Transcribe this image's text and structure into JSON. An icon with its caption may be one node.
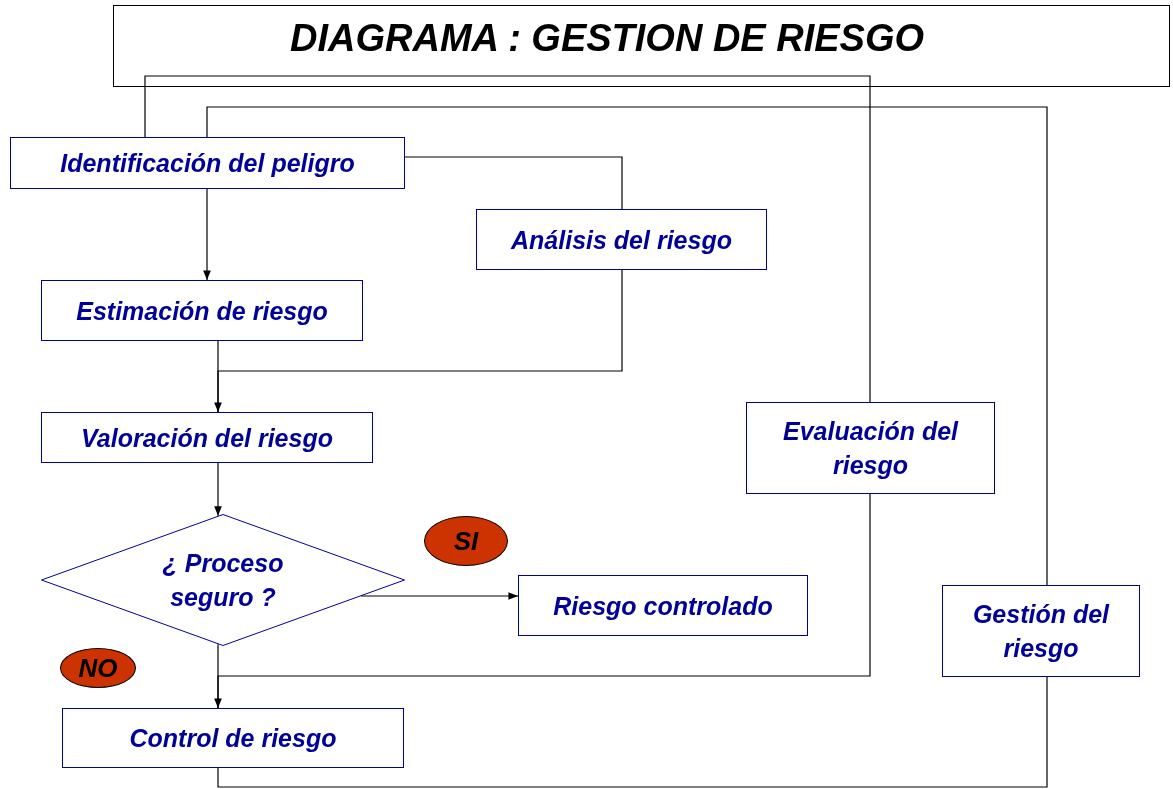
{
  "diagram": {
    "title": "DIAGRAMA : GESTION DE RIESGO",
    "nodes": [
      {
        "text": [
          "Identificación del peligro"
        ]
      },
      {
        "text": [
          "Análisis del riesgo"
        ]
      },
      {
        "text": [
          "Estimación de riesgo"
        ]
      },
      {
        "text": [
          "Valoración del riesgo"
        ]
      },
      {
        "text": [
          "Evaluación del riesgo"
        ]
      },
      {
        "text": [
          "SI"
        ]
      },
      {
        "text": [
          "¿ Proceso seguro ?"
        ]
      },
      {
        "text": [
          "Riesgo controlado"
        ]
      },
      {
        "text": [
          "Gestión del riesgo"
        ]
      },
      {
        "text": [
          "NO"
        ]
      },
      {
        "text": [
          "Control de riesgo"
        ]
      }
    ],
    "edges": [
      {
        "from": 0,
        "to": 2,
        "arrow": "to"
      },
      {
        "from": 2,
        "to": 3,
        "arrow": "to"
      },
      {
        "from": 3,
        "to": 6,
        "arrow": "to"
      },
      {
        "from": 6,
        "to": 7,
        "arrow": "to"
      },
      {
        "from": 6,
        "to": 10,
        "arrow": "to"
      },
      {
        "from": 0,
        "to": 1,
        "arrow": "none"
      },
      {
        "from": 1,
        "to": 3,
        "arrow": "none"
      },
      {
        "from": 0,
        "to": 4,
        "arrow": "none"
      },
      {
        "from": 4,
        "to": 10,
        "arrow": "none"
      },
      {
        "from": 0,
        "to": 8,
        "arrow": "none"
      },
      {
        "from": 8,
        "to": 10,
        "arrow": "none"
      }
    ]
  }
}
